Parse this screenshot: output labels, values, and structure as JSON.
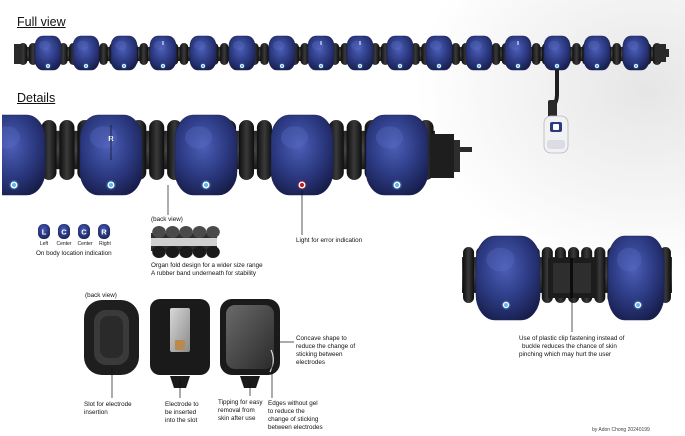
{
  "headings": {
    "full_view": "Full view",
    "details": "Details"
  },
  "annotations": {
    "back_view_1": "(back view)",
    "back_view_2": "(back view)",
    "location_letters": [
      "L",
      "C",
      "C",
      "R"
    ],
    "location_sublabels": [
      "Left",
      "Center",
      "Center",
      "Right"
    ],
    "location_caption": "On body location indication",
    "fold_caption_1": "Organ fold design for a wider size range",
    "fold_caption_2": "A rubber band underneath for stability",
    "error_light": "Light for error indication",
    "clip_caption_1": "Use of plastic clip fastening instead of",
    "clip_caption_2": "buckle reduces the chance of skin",
    "clip_caption_3": "pinching which may hurt the user",
    "slot_1": "Slot for electrode",
    "slot_2": "insertion",
    "electrode_1": "Electrode to",
    "electrode_2": "be inserted",
    "electrode_3": "into the slot",
    "tipping_1": "Tipping for easy",
    "tipping_2": "removal from",
    "tipping_3": "skin after use",
    "concave_1": "Concave shape to",
    "concave_2": "reduce the change of",
    "concave_3": "sticking between",
    "concave_4": "electrodes",
    "edges_1": "Edges without gel",
    "edges_2": "to reduce the",
    "edges_3": "change of sticking",
    "edges_4": "between electrodes",
    "credit": "by Adon Chong 20240199"
  },
  "colors": {
    "pod_blue": "#2c3a82",
    "pod_blue_dark": "#1b2358",
    "pod_highlight": "#4a5cb0",
    "rubber": "#1e1e1e",
    "led_blue": "#58b8f0",
    "led_red": "#d01a1a"
  }
}
